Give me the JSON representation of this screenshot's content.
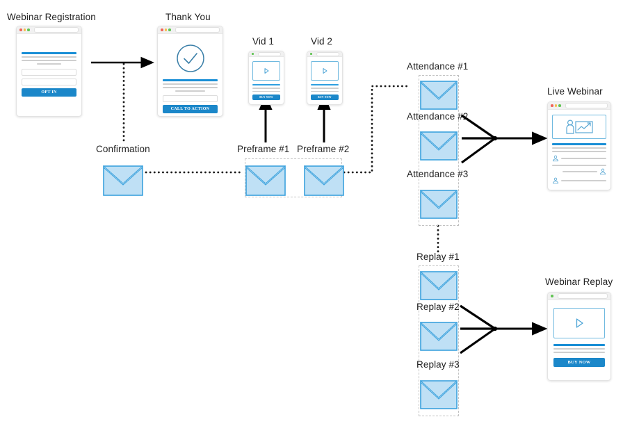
{
  "diagram": {
    "type": "funnel-flow",
    "title_labels": {
      "webinar_registration": "Webinar Registration",
      "thank_you": "Thank You",
      "vid1": "Vid 1",
      "vid2": "Vid 2",
      "live_webinar": "Live Webinar",
      "webinar_replay": "Webinar Replay",
      "confirmation": "Confirmation",
      "preframe1": "Preframe #1",
      "preframe2": "Preframe #2",
      "attendance1": "Attendance #1",
      "attendance2": "Attendance #2",
      "attendance3": "Attendance #3",
      "replay1": "Replay #1",
      "replay2": "Replay #2",
      "replay3": "Replay #3"
    },
    "pages": {
      "registration": {
        "cta_label": "OPT IN",
        "window_dots": [
          "red",
          "yellow",
          "green"
        ]
      },
      "thank_you": {
        "cta_label": "CALL TO ACTION",
        "window_dots": [
          "red",
          "yellow",
          "green"
        ],
        "icon": "check-circle-icon"
      },
      "vid1": {
        "cta_label": "BUY NOW",
        "window_dots": [
          "green"
        ],
        "icon": "play-icon"
      },
      "vid2": {
        "cta_label": "BUY NOW",
        "window_dots": [
          "green"
        ],
        "icon": "play-icon"
      },
      "live_webinar": {
        "window_dots": [
          "red",
          "yellow",
          "green"
        ],
        "icon": "presenter-chart-icon",
        "chat_avatars": 3
      },
      "webinar_replay": {
        "cta_label": "BUY NOW",
        "window_dots": [
          "green"
        ],
        "icon": "play-icon"
      }
    },
    "emails": [
      {
        "id": "confirmation",
        "label": "Confirmation",
        "group": null
      },
      {
        "id": "preframe1",
        "label": "Preframe #1",
        "group": "preframe-group"
      },
      {
        "id": "preframe2",
        "label": "Preframe #2",
        "group": "preframe-group"
      },
      {
        "id": "attendance1",
        "label": "Attendance #1",
        "group": "attendance-group"
      },
      {
        "id": "attendance2",
        "label": "Attendance #2",
        "group": "attendance-group"
      },
      {
        "id": "attendance3",
        "label": "Attendance #3",
        "group": "attendance-group"
      },
      {
        "id": "replay1",
        "label": "Replay #1",
        "group": "replay-group"
      },
      {
        "id": "replay2",
        "label": "Replay #2",
        "group": "replay-group"
      },
      {
        "id": "replay3",
        "label": "Replay #3",
        "group": "replay-group"
      }
    ],
    "connections": [
      {
        "from": "registration",
        "to": "thank_you",
        "style": "solid-arrow"
      },
      {
        "from": "registration-arrow",
        "to": "confirmation",
        "style": "dotted"
      },
      {
        "from": "confirmation",
        "to": "preframe1",
        "style": "dotted"
      },
      {
        "from": "preframe1",
        "to": "vid1",
        "style": "solid-arrow-up"
      },
      {
        "from": "preframe2",
        "to": "vid2",
        "style": "solid-arrow-up"
      },
      {
        "from": "preframe2",
        "to": "attendance1",
        "style": "dotted-elbow"
      },
      {
        "from": "attendance-group",
        "to": "live_webinar",
        "style": "converge-arrow"
      },
      {
        "from": "attendance-group",
        "to": "replay-group",
        "style": "dotted"
      },
      {
        "from": "replay-group",
        "to": "webinar_replay",
        "style": "converge-arrow"
      }
    ],
    "colors": {
      "accent_blue": "#1b87c9",
      "envelope_fill": "#bfe0f5",
      "envelope_border": "#3ba2de",
      "envelope_flap": "#f2f6f8",
      "line_gray": "#cfcfcf",
      "dash_gray": "#c2c2c2",
      "arrow_black": "#000000",
      "text": "#1f1f1f",
      "background": "#ffffff"
    }
  }
}
